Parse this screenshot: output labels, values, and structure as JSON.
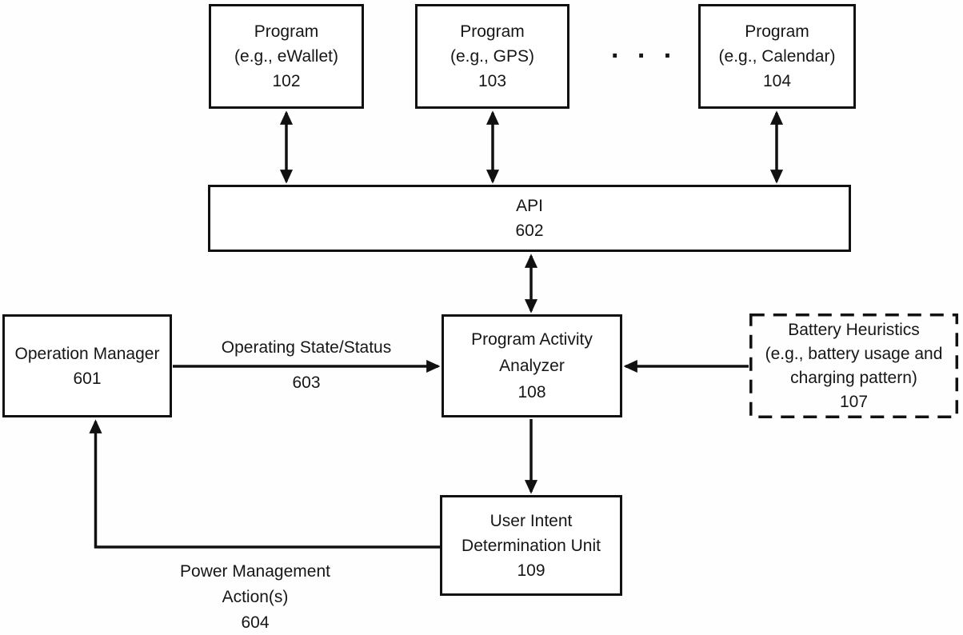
{
  "diagram": {
    "colors": {
      "background": "#fefefe",
      "line": "#111111",
      "text": "#161616"
    },
    "nodes": {
      "program_ewallet": {
        "title": "Program",
        "subtitle": "(e.g., eWallet)",
        "ref": "102"
      },
      "program_gps": {
        "title": "Program",
        "subtitle": "(e.g., GPS)",
        "ref": "103"
      },
      "program_calendar": {
        "title": "Program",
        "subtitle": "(e.g., Calendar)",
        "ref": "104"
      },
      "api": {
        "title": "API",
        "ref": "602"
      },
      "operation_manager": {
        "title": "Operation Manager",
        "ref": "601"
      },
      "program_activity_analyzer": {
        "title": "Program Activity",
        "title2": "Analyzer",
        "ref": "108"
      },
      "battery_heuristics": {
        "title": "Battery Heuristics",
        "subtitle1": "(e.g., battery usage and",
        "subtitle2": "charging pattern)",
        "ref": "107"
      },
      "user_intent_determination_unit": {
        "title": "User Intent",
        "title2": "Determination Unit",
        "ref": "109"
      }
    },
    "labels": {
      "ellipsis": ". . .",
      "operating_state": {
        "text": "Operating State/Status",
        "ref": "603"
      },
      "power_management": {
        "line1": "Power Management",
        "line2": "Action(s)",
        "ref": "604"
      }
    }
  }
}
